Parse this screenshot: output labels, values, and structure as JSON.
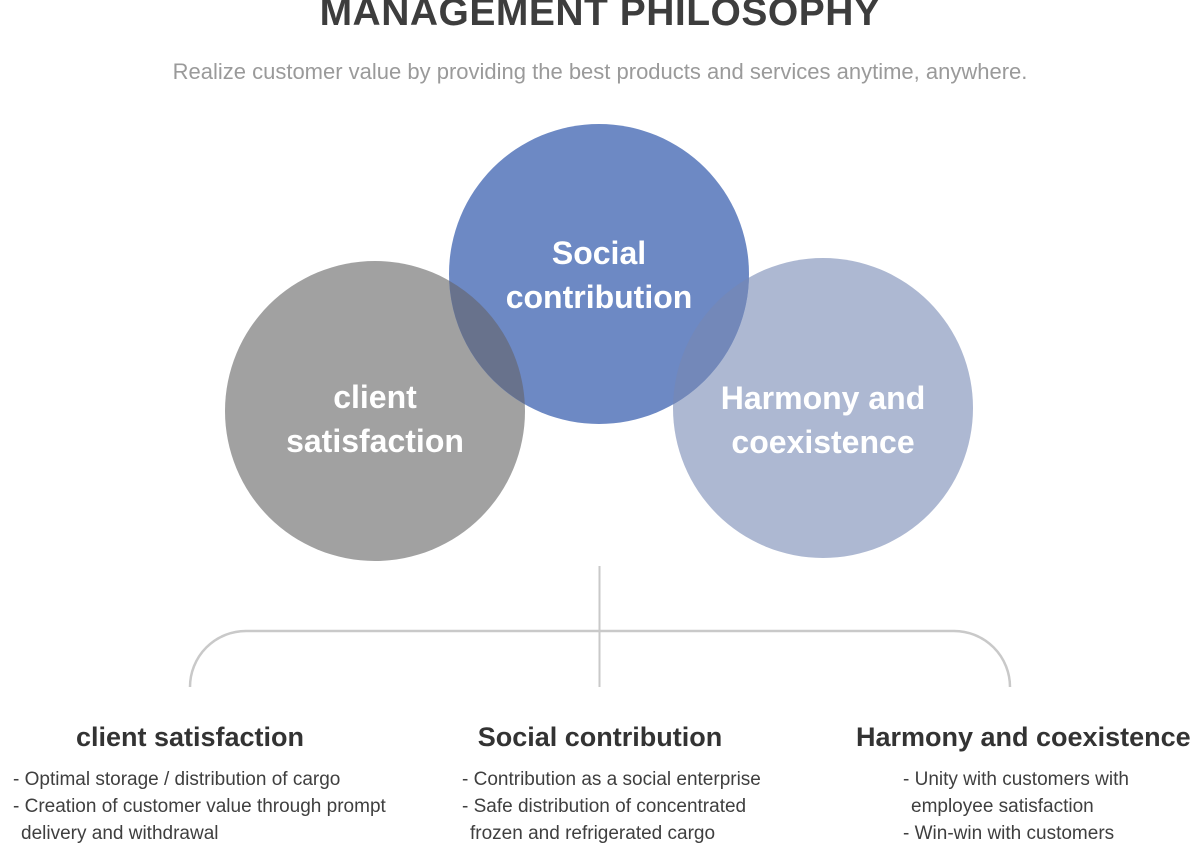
{
  "header": {
    "title": "MANAGEMENT PHILOSOPHY",
    "subtitle": "Realize customer value by providing the best products and services anytime, anywhere."
  },
  "diagram": {
    "circles": [
      {
        "id": "client-satisfaction",
        "line1": "client",
        "line2": "satisfaction",
        "color": "#a1a1a1"
      },
      {
        "id": "social-contribution",
        "line1": "Social",
        "line2": "contribution",
        "color": "#6d89c4"
      },
      {
        "id": "harmony-coexistence",
        "line1": "Harmony and",
        "line2": "coexistence",
        "color": "#adb8d2"
      }
    ],
    "overlap_colors": {
      "client_social": "#68728c",
      "social_harmony": "#7388b9"
    },
    "connector_color": "#c9c9c9"
  },
  "columns": [
    {
      "heading": "client satisfaction",
      "lines": [
        "- Optimal storage / distribution of cargo",
        "- Creation of customer value through prompt",
        "delivery and withdrawal"
      ]
    },
    {
      "heading": "Social contribution",
      "lines": [
        "- Contribution as a social enterprise",
        "- Safe distribution of concentrated",
        "frozen and refrigerated cargo"
      ]
    },
    {
      "heading": "Harmony and coexistence",
      "lines": [
        "- Unity with customers with",
        "employee satisfaction",
        "- Win-win with customers"
      ]
    }
  ]
}
